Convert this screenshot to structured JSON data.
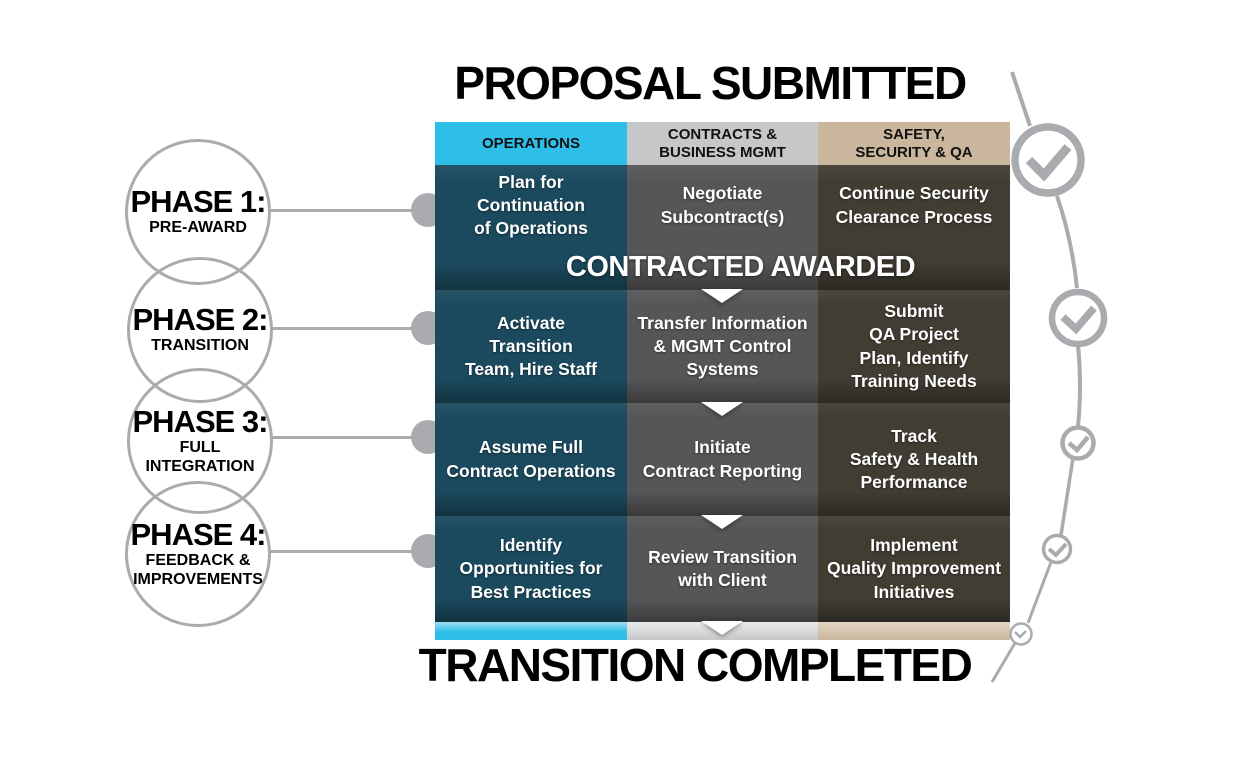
{
  "titles": {
    "top": "PROPOSAL SUBMITTED",
    "bottom": "TRANSITION COMPLETED",
    "banner": "CONTRACTED AWARDED"
  },
  "columns": [
    {
      "id": "operations",
      "label": "OPERATIONS"
    },
    {
      "id": "contracts",
      "label": "CONTRACTS &\nBUSINESS MGMT"
    },
    {
      "id": "safety",
      "label": "SAFETY,\nSECURITY & QA"
    }
  ],
  "phases": [
    {
      "title": "PHASE 1:",
      "subtitle": "PRE-AWARD"
    },
    {
      "title": "PHASE 2:",
      "subtitle": "TRANSITION"
    },
    {
      "title": "PHASE 3:",
      "subtitle": "FULL\nINTEGRATION"
    },
    {
      "title": "PHASE 4:",
      "subtitle": "FEEDBACK &\nIMPROVEMENTS"
    }
  ],
  "rows": [
    {
      "operations": "Plan for\nContinuation\nof Operations",
      "contracts": "Negotiate\nSubcontract(s)",
      "safety": "Continue Security\nClearance Process"
    },
    {
      "operations": "Activate\nTransition\nTeam, Hire Staff",
      "contracts": "Transfer Information\n& MGMT Control\nSystems",
      "safety": "Submit\nQA Project\nPlan, Identify\nTraining Needs"
    },
    {
      "operations": "Assume Full\nContract Operations",
      "contracts": "Initiate\nContract Reporting",
      "safety": "Track\nSafety & Health\nPerformance"
    },
    {
      "operations": "Identify\nOpportunities for\nBest Practices",
      "contracts": "Review Transition\nwith Client",
      "safety": "Implement\nQuality Improvement\nInitiatives"
    }
  ],
  "icons": {
    "right_chain": [
      "check-icon-large",
      "check-icon-medium",
      "check-icon-small",
      "check-icon-xsmall",
      "clock-icon"
    ]
  },
  "colors": {
    "operations_header": "#2ebfe9",
    "contracts_header": "#c6c7c9",
    "safety_header": "#c9b69c",
    "operations_cell": "#1b4a5e",
    "contracts_cell": "#565659",
    "safety_cell": "#413d33",
    "connector_gray": "#a9abae"
  }
}
